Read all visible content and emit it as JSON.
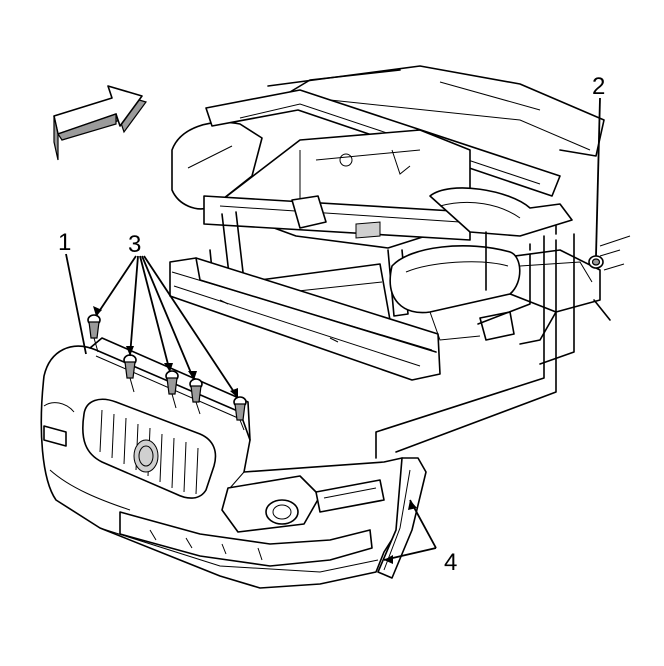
{
  "callouts": {
    "c1": "1",
    "c2": "2",
    "c3": "3",
    "c4": "4"
  },
  "colors": {
    "line": "#000000",
    "shade": "#9a9a9a",
    "background": "#ffffff"
  },
  "icons": {
    "direction": "front-direction-arrow-icon"
  }
}
